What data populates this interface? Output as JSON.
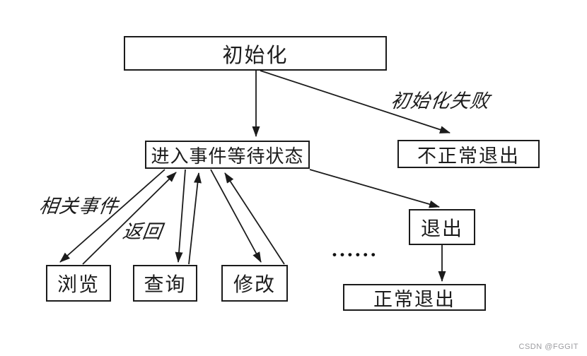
{
  "diagram": {
    "type": "flowchart",
    "colors": {
      "line": "#1b1b1b",
      "text": "#1c1c1c",
      "node_background": "#ffffff",
      "page_background": "#ffffff"
    },
    "nodes": {
      "init": {
        "label": "初始化"
      },
      "wait": {
        "label": "进入事件等待状态"
      },
      "abnormal_exit": {
        "label": "不正常退出"
      },
      "browse": {
        "label": "浏览"
      },
      "query": {
        "label": "查询"
      },
      "modify": {
        "label": "修改"
      },
      "exit": {
        "label": "退出"
      },
      "normal_exit": {
        "label": "正常退出"
      }
    },
    "edge_labels": {
      "init_fail": "初始化失败",
      "related_events": "相关事件",
      "return_label": "返回"
    },
    "ellipsis": "••••••",
    "edges": [
      {
        "from": "初始化",
        "to": "进入事件等待状态",
        "label": ""
      },
      {
        "from": "初始化",
        "to": "不正常退出",
        "label": "初始化失败"
      },
      {
        "from": "进入事件等待状态",
        "to": "浏览",
        "label": "相关事件"
      },
      {
        "from": "浏览",
        "to": "进入事件等待状态",
        "label": "返回"
      },
      {
        "from": "进入事件等待状态",
        "to": "查询",
        "label": ""
      },
      {
        "from": "查询",
        "to": "进入事件等待状态",
        "label": ""
      },
      {
        "from": "进入事件等待状态",
        "to": "修改",
        "label": ""
      },
      {
        "from": "修改",
        "to": "进入事件等待状态",
        "label": ""
      },
      {
        "from": "进入事件等待状态",
        "to": "退出",
        "label": ""
      },
      {
        "from": "退出",
        "to": "正常退出",
        "label": ""
      }
    ]
  },
  "watermark": {
    "text": "CSDN @FGGIT"
  }
}
